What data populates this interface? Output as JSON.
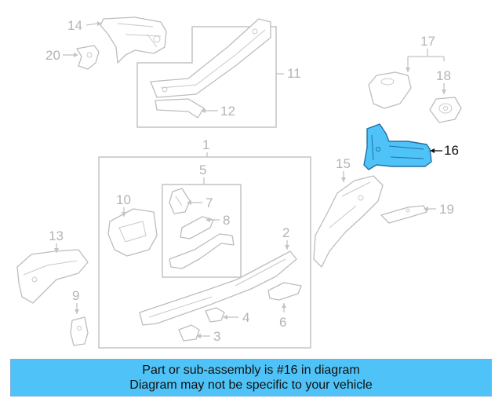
{
  "callouts": {
    "c1": "1",
    "c2": "2",
    "c3": "3",
    "c4": "4",
    "c5": "5",
    "c6": "6",
    "c7": "7",
    "c8": "8",
    "c9": "9",
    "c10": "10",
    "c11": "11",
    "c12": "12",
    "c13": "13",
    "c14": "14",
    "c15": "15",
    "c16": "16",
    "c17": "17",
    "c18": "18",
    "c19": "19",
    "c20": "20"
  },
  "highlighted_part": "16",
  "colors": {
    "highlight_fill": "#4fc3f7",
    "banner_bg": "#4fc3f7",
    "line": "#bdbdbd",
    "text_muted": "#b4b4b4"
  },
  "banner": {
    "line1": "Part or sub-assembly is #16 in diagram",
    "line2": "Diagram may not be specific to your vehicle"
  }
}
